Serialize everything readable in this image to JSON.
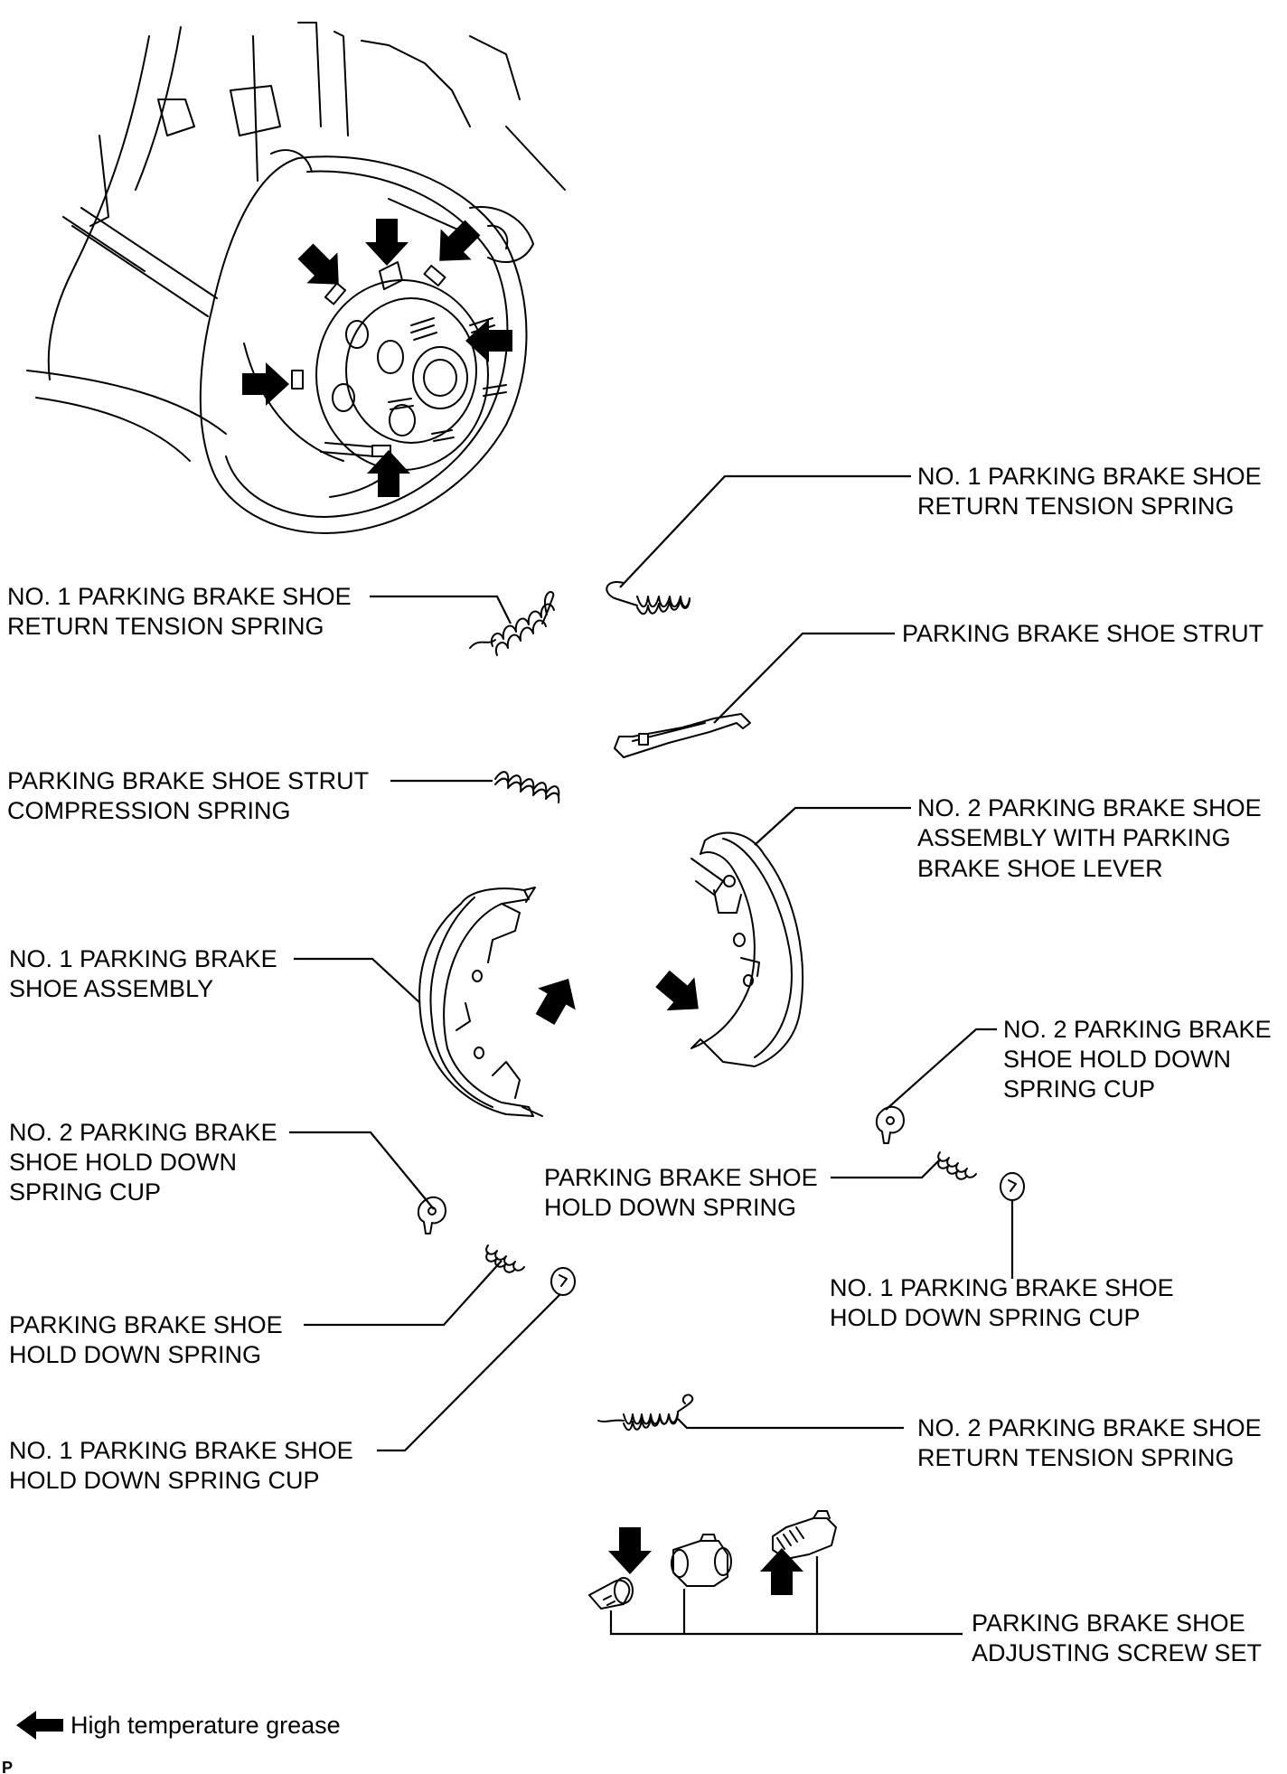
{
  "labels": {
    "return_spring_top": [
      "NO. 1 PARKING BRAKE SHOE",
      "RETURN TENSION SPRING"
    ],
    "return_spring_left": [
      "NO. 1 PARKING BRAKE SHOE",
      "RETURN TENSION SPRING"
    ],
    "shoe_strut": [
      "PARKING BRAKE SHOE STRUT"
    ],
    "strut_compression_spring": [
      "PARKING BRAKE SHOE STRUT",
      "COMPRESSION SPRING"
    ],
    "no2_shoe_assembly": [
      "NO. 2 PARKING BRAKE SHOE",
      "ASSEMBLY WITH PARKING",
      "BRAKE SHOE LEVER"
    ],
    "no1_shoe_assembly": [
      "NO. 1 PARKING BRAKE",
      "SHOE ASSEMBLY"
    ],
    "no2_cup_right": [
      "NO. 2 PARKING BRAKE",
      "SHOE HOLD DOWN",
      "SPRING CUP"
    ],
    "no2_cup_left": [
      "NO. 2 PARKING BRAKE",
      "SHOE HOLD DOWN",
      "SPRING CUP"
    ],
    "hold_down_spring_center": [
      "PARKING BRAKE SHOE",
      "HOLD DOWN SPRING"
    ],
    "no1_cup_right": [
      "NO. 1 PARKING BRAKE SHOE",
      "HOLD DOWN SPRING CUP"
    ],
    "hold_down_spring_left": [
      "PARKING BRAKE SHOE",
      "HOLD DOWN SPRING"
    ],
    "no1_cup_left": [
      "NO. 1 PARKING BRAKE SHOE",
      "HOLD DOWN SPRING CUP"
    ],
    "no2_return_spring": [
      "NO. 2 PARKING BRAKE SHOE",
      "RETURN TENSION SPRING"
    ],
    "adjusting_screw_set": [
      "PARKING BRAKE SHOE",
      "ADJUSTING SCREW SET"
    ]
  },
  "legend": {
    "icon": "left-arrow-icon",
    "text": "High temperature grease"
  },
  "corner_mark": "P",
  "colors": {
    "ink": "#000000",
    "paper": "#ffffff"
  }
}
